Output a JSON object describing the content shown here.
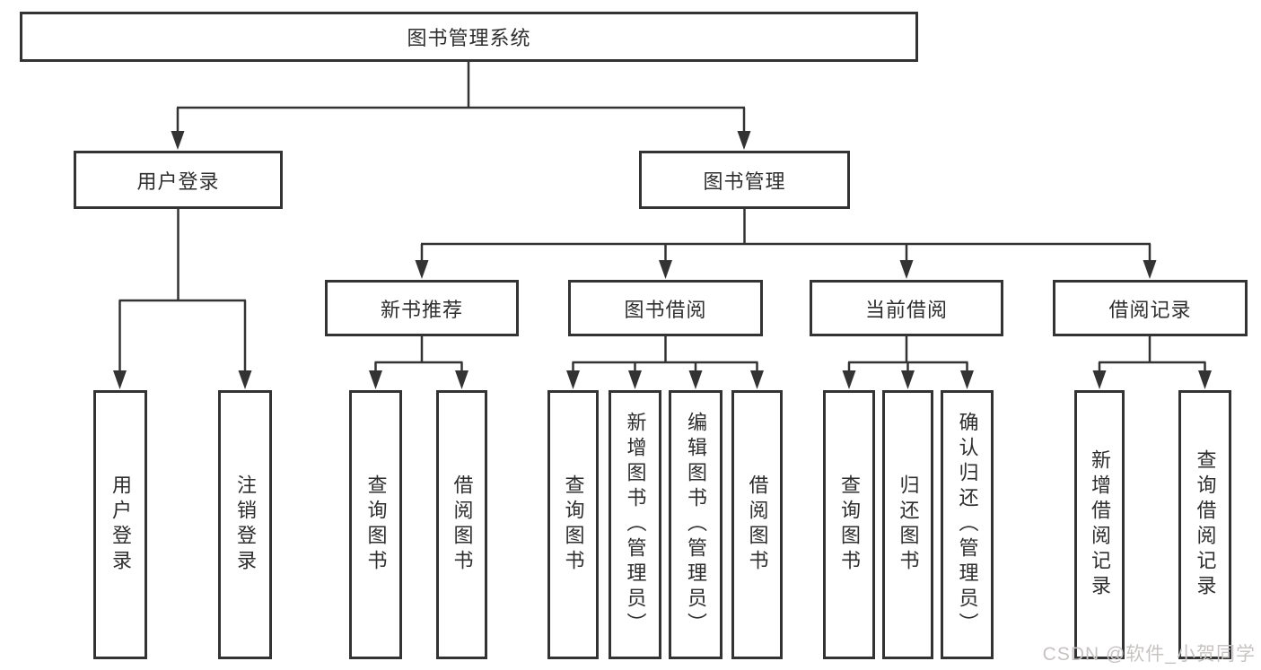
{
  "diagram": {
    "tree": {
      "root": "图书管理系统",
      "children": [
        {
          "label": "用户登录",
          "children": [
            {
              "label": "用户登录"
            },
            {
              "label": "注销登录"
            }
          ]
        },
        {
          "label": "图书管理",
          "children": [
            {
              "label": "新书推荐",
              "children": [
                {
                  "label": "查询图书"
                },
                {
                  "label": "借阅图书"
                }
              ]
            },
            {
              "label": "图书借阅",
              "children": [
                {
                  "label": "查询图书"
                },
                {
                  "label": "新增图书（管理员）"
                },
                {
                  "label": "编辑图书（管理员）"
                },
                {
                  "label": "借阅图书"
                }
              ]
            },
            {
              "label": "当前借阅",
              "children": [
                {
                  "label": "查询图书"
                },
                {
                  "label": "归还图书"
                },
                {
                  "label": "确认归还（管理员）"
                }
              ]
            },
            {
              "label": "借阅记录",
              "children": [
                {
                  "label": "新增借阅记录"
                },
                {
                  "label": "查询借阅记录"
                }
              ]
            }
          ]
        }
      ]
    },
    "watermark": {
      "text": "CSDN @软件_小贺同学"
    },
    "colors": {
      "line": "#333333",
      "box_border": "#333333",
      "text": "#2e2e2e",
      "watermark": "#c8c3c3",
      "background": "#ffffff"
    }
  }
}
